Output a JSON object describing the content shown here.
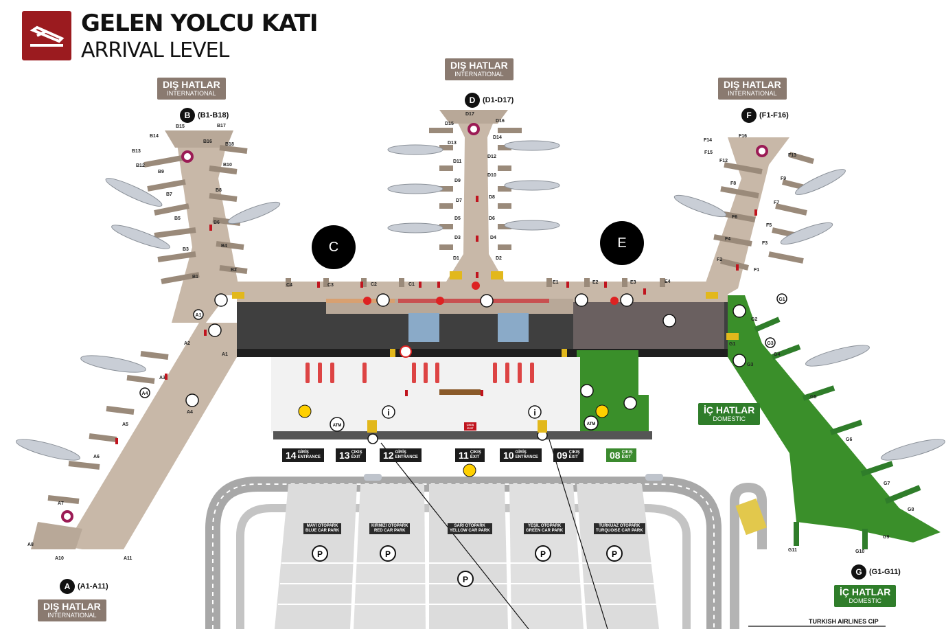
{
  "header": {
    "title_tr": "GELEN YOLCU KATI",
    "title_en": "ARRIVAL LEVEL"
  },
  "labels": {
    "international_tr": "DIŞ HATLAR",
    "international_en": "INTERNATIONAL",
    "domestic_tr": "İÇ HATLAR",
    "domestic_en": "DOMESTIC"
  },
  "piers": [
    {
      "id": "A",
      "range": "(A1-A11)"
    },
    {
      "id": "B",
      "range": "(B1-B18)"
    },
    {
      "id": "D",
      "range": "(D1-D17)"
    },
    {
      "id": "F",
      "range": "(F1-F16)"
    },
    {
      "id": "G",
      "range": "(G1-G11)"
    }
  ],
  "zones": [
    "C",
    "E"
  ],
  "gates": {
    "B": [
      "B1",
      "B2",
      "B3",
      "B4",
      "B5",
      "B6",
      "B7",
      "B8",
      "B9",
      "B10",
      "B12",
      "B13",
      "B14",
      "B15",
      "B16",
      "B17",
      "B18"
    ],
    "D": [
      "D1",
      "D2",
      "D3",
      "D4",
      "D5",
      "D6",
      "D7",
      "D8",
      "D9",
      "D10",
      "D11",
      "D12",
      "D13",
      "D14",
      "D15",
      "D16",
      "D17"
    ],
    "F": [
      "F1",
      "F2",
      "F3",
      "F4",
      "F5",
      "F6",
      "F7",
      "F8",
      "F9",
      "F12",
      "F13",
      "F14",
      "F15",
      "F16"
    ],
    "A": [
      "A1",
      "A2",
      "A3",
      "A4",
      "A5",
      "A6",
      "A7",
      "A8",
      "A10",
      "A11"
    ],
    "G": [
      "G1",
      "G2",
      "G3",
      "G4",
      "G5",
      "G6",
      "G7",
      "G8",
      "G9",
      "G10",
      "G11"
    ],
    "C": [
      "C1",
      "C2",
      "C3",
      "C4"
    ],
    "E": [
      "E1",
      "E2",
      "E3",
      "E4"
    ],
    "markers": [
      "A1",
      "A4",
      "G1",
      "G3"
    ]
  },
  "entrances": [
    {
      "num": "14",
      "w1": "GİRİŞ",
      "w2": "ENTRANCE",
      "domestic": false
    },
    {
      "num": "13",
      "w1": "ÇIKIŞ",
      "w2": "EXIT",
      "domestic": false
    },
    {
      "num": "12",
      "w1": "GİRİŞ",
      "w2": "ENTRANCE",
      "domestic": false
    },
    {
      "num": "11",
      "w1": "ÇIKIŞ",
      "w2": "EXIT",
      "domestic": false
    },
    {
      "num": "10",
      "w1": "GİRİŞ",
      "w2": "ENTRANCE",
      "domestic": false
    },
    {
      "num": "09",
      "w1": "ÇIKIŞ",
      "w2": "EXIT",
      "domestic": false
    },
    {
      "num": "08",
      "w1": "ÇIKIŞ",
      "w2": "EXIT",
      "domestic": true
    }
  ],
  "car_parks": [
    {
      "tr": "MAVİ OTOPARK",
      "en": "BLUE CAR PARK"
    },
    {
      "tr": "KIRMIZI OTOPARK",
      "en": "RED CAR PARK"
    },
    {
      "tr": "SARI OTOPARK",
      "en": "YELLOW CAR PARK"
    },
    {
      "tr": "YEŞİL OTOPARK",
      "en": "GREEN CAR PARK"
    },
    {
      "tr": "TURKUAZ OTOPARK",
      "en": "TURQUOISE CAR PARK"
    }
  ],
  "icons": {
    "atm": "ATM",
    "info": "i",
    "parking": "P",
    "exit_sign_tr": "ÇIKIŞ",
    "exit_sign_en": "EXIT"
  },
  "cip": "TURKISH AIRLINES CIP",
  "colors": {
    "brand": "#9b1b1f",
    "pier": "#c8b8a8",
    "domestic": "#3a8f2a",
    "hall": "#444444",
    "road": "#9a9a9a"
  }
}
